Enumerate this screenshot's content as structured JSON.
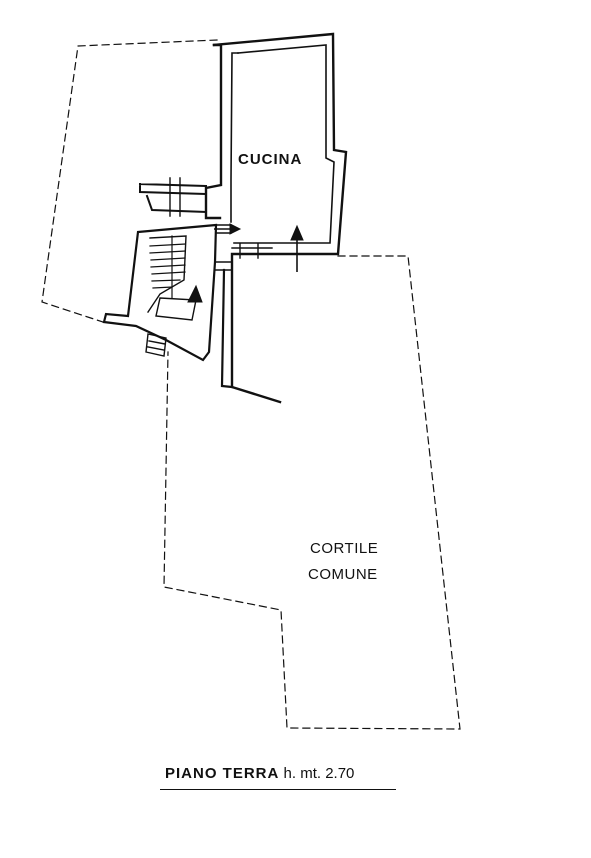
{
  "plan": {
    "rooms": {
      "kitchen": "CUCINA",
      "courtyard_line1": "CORTILE",
      "courtyard_line2": "COMUNE"
    },
    "caption": {
      "floor": "PIANO TERRA",
      "height": "h. mt. 2.70"
    }
  },
  "colors": {
    "ink": "#111111",
    "paper": "#ffffff"
  }
}
